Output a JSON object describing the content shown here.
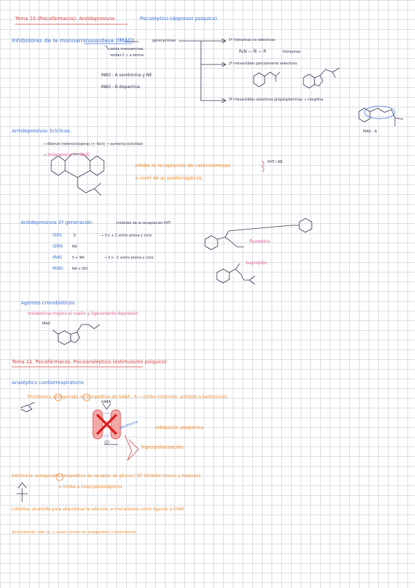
{
  "tema10": {
    "title": "Tema 10 (Psicofármacos). Antidepresivos",
    "subtitle": "Psicoléptico (depresor psíquico)"
  },
  "imao": {
    "heading": "Inhibidores de la monoaminooxidasa (IMAO)",
    "generations": "generaciones",
    "enzyme_note_1": "oxida monoaminas,",
    "enzyme_note_2": "oxidas C ∝ a amina",
    "mao_a": "MAO - A  serotonina y NE",
    "mao_b": "MAO - B  dopamina",
    "gen1": "1º  hidrazinas no selectivos",
    "gen1_formula": "R₂N — N̈ — R",
    "gen1_label": "hidrazinas",
    "gen2": "2º  irreversibles parcialmente selectivos",
    "gen3": "3º  irreversibles selectivos propargilaminas → clorgilina",
    "mao_a_tag": "MAO - A"
  },
  "tricyclic": {
    "heading": "Antidepresivos 3cíclicos.",
    "line1": "→ dibenzo heterociclopinas (+ fácil) → aumenta actividad",
    "line2": "→ Imipramina (+ fácil)",
    "effect1": "Inhibe la recaptación de catecolaminas",
    "effect1_brace": "5HT / NE",
    "effect2": "a nivel de α₂ postsinápticos"
  },
  "second_gen": {
    "heading": "Antidepresivos 2ª generación",
    "heading_note": "inhibidor de la recaptación 5HT",
    "rows": [
      {
        "label": "ISRS",
        "value": "S",
        "note": "→ 3 o + C entre amina y ciclo"
      },
      {
        "label": "ISRN",
        "value": "NA",
        "note": ""
      },
      {
        "label": "IRAS",
        "value": "S + NA",
        "note": "→ 3 o - C entre amina y ciclo"
      },
      {
        "label": "IRND",
        "value": "NA + DO",
        "note": ""
      }
    ],
    "fluoxetine": "fluoxetina",
    "bupropion": "bupropión"
  },
  "melatonin": {
    "heading": "Agentes cronobióticos",
    "line": "melatonina mejora el sueño y ligeramente depresión",
    "mao_label": "MAO"
  },
  "tema11": {
    "title": "Tema 11. Psicofármacos. Psicoanaléptico (estimulante psíquico)"
  },
  "analeptic": {
    "heading": "Analéptico cardiorrespiratorio",
    "picrotoxin": "Picrotoxina: antagonista no competitivo de GABA - A → inhibe inhibición. antídoto a barbitúricos",
    "gaba": "GABA",
    "picrotoxin_small": "picrotoxina",
    "effect": "inhibición alostérica",
    "ion": "Cl⁻",
    "hyper": "hiperpolarización",
    "strychnine": "Estricnina: antagonista competitivo de receptor de glicina ( NT inhibidor tronco y medular)",
    "strychnine_2": "↳ inhibe a nivel postsinápticos",
    "lobelina": "Lobelina: alcaloide para abandonar la adicción ≠ mecanismo como ligando a CHAT",
    "last": "Alcaloides de: café, té, y cacao a través de antagonismo y estimulación"
  },
  "colors": {
    "red": "#d73b3b",
    "blue": "#3b6fd1",
    "dark": "#2a2f4a",
    "pink": "#e0558f",
    "orange": "#f08a2c"
  }
}
